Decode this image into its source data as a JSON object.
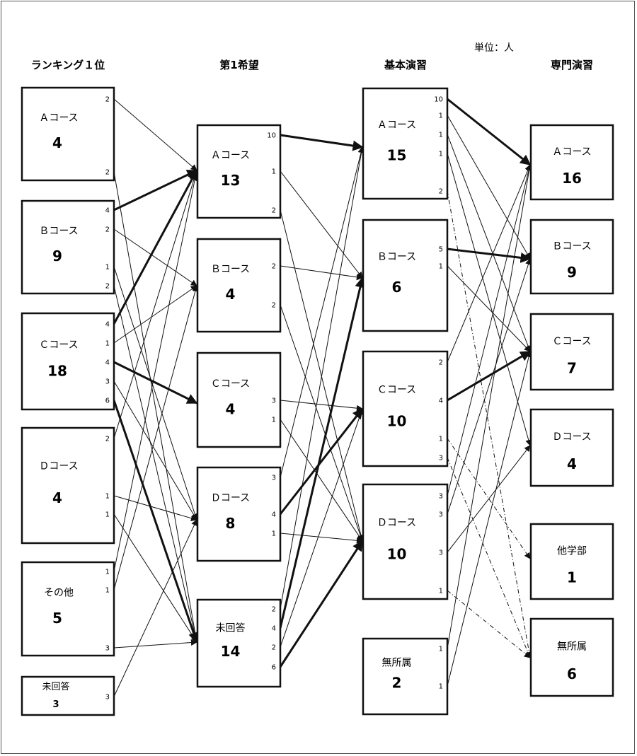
{
  "unit_label": "単位：人",
  "columns": [
    {
      "title": "ランキング１位"
    },
    {
      "title": "第1希望"
    },
    {
      "title": "基本演習"
    },
    {
      "title": "専門演習"
    }
  ],
  "nodes": {
    "r_a": {
      "label": "Ａコース",
      "value": "4"
    },
    "r_b": {
      "label": "Ｂコース",
      "value": "9"
    },
    "r_c": {
      "label": "Ｃコース",
      "value": "18"
    },
    "r_d": {
      "label": "Ｄコース",
      "value": "4"
    },
    "r_oth": {
      "label": "その他",
      "value": "5"
    },
    "r_un": {
      "label": "未回答",
      "value": "3"
    },
    "h_a": {
      "label": "Ａコース",
      "value": "13"
    },
    "h_b": {
      "label": "Ｂコース",
      "value": "4"
    },
    "h_c": {
      "label": "Ｃコース",
      "value": "4"
    },
    "h_d": {
      "label": "Ｄコース",
      "value": "8"
    },
    "h_un": {
      "label": "未回答",
      "value": "14"
    },
    "k_a": {
      "label": "Ａコース",
      "value": "15"
    },
    "k_b": {
      "label": "Ｂコース",
      "value": "6"
    },
    "k_c": {
      "label": "Ｃコース",
      "value": "10"
    },
    "k_d": {
      "label": "Ｄコース",
      "value": "10"
    },
    "k_none": {
      "label": "無所属",
      "value": "2"
    },
    "s_a": {
      "label": "Ａコース",
      "value": "16"
    },
    "s_b": {
      "label": "Ｂコース",
      "value": "9"
    },
    "s_c": {
      "label": "Ｃコース",
      "value": "7"
    },
    "s_d": {
      "label": "Ｄコース",
      "value": "4"
    },
    "s_oth": {
      "label": "他学部",
      "value": "1"
    },
    "s_none": {
      "label": "無所属",
      "value": "6"
    }
  },
  "edges": [
    {
      "from": "r_a",
      "to": "h_a",
      "count": "2"
    },
    {
      "from": "r_a",
      "to": "h_un",
      "count": "2"
    },
    {
      "from": "r_b",
      "to": "h_a",
      "count": "4"
    },
    {
      "from": "r_b",
      "to": "h_b",
      "count": "2"
    },
    {
      "from": "r_b",
      "to": "h_d",
      "count": "1"
    },
    {
      "from": "r_b",
      "to": "h_un",
      "count": "2"
    },
    {
      "from": "r_c",
      "to": "h_a",
      "count": "4"
    },
    {
      "from": "r_c",
      "to": "h_b",
      "count": "1"
    },
    {
      "from": "r_c",
      "to": "h_c",
      "count": "4"
    },
    {
      "from": "r_c",
      "to": "h_d",
      "count": "3"
    },
    {
      "from": "r_c",
      "to": "h_un",
      "count": "6"
    },
    {
      "from": "r_d",
      "to": "h_a",
      "count": "2"
    },
    {
      "from": "r_d",
      "to": "h_d",
      "count": "1"
    },
    {
      "from": "r_d",
      "to": "h_un",
      "count": "1"
    },
    {
      "from": "r_oth",
      "to": "h_a",
      "count": "1"
    },
    {
      "from": "r_oth",
      "to": "h_b",
      "count": "1"
    },
    {
      "from": "r_oth",
      "to": "h_un",
      "count": "3"
    },
    {
      "from": "r_un",
      "to": "h_d",
      "count": "3"
    },
    {
      "from": "h_a",
      "to": "k_a",
      "count": "10"
    },
    {
      "from": "h_a",
      "to": "k_b",
      "count": "1"
    },
    {
      "from": "h_a",
      "to": "k_d",
      "count": "2"
    },
    {
      "from": "h_b",
      "to": "k_b",
      "count": "2"
    },
    {
      "from": "h_b",
      "to": "k_d",
      "count": "2"
    },
    {
      "from": "h_c",
      "to": "k_c",
      "count": "3"
    },
    {
      "from": "h_c",
      "to": "k_d",
      "count": "1"
    },
    {
      "from": "h_d",
      "to": "k_a",
      "count": "3"
    },
    {
      "from": "h_d",
      "to": "k_c",
      "count": "4"
    },
    {
      "from": "h_d",
      "to": "k_d",
      "count": "1"
    },
    {
      "from": "h_un",
      "to": "k_a",
      "count": "2"
    },
    {
      "from": "h_un",
      "to": "k_b",
      "count": "4"
    },
    {
      "from": "h_un",
      "to": "k_c",
      "count": "2"
    },
    {
      "from": "h_un",
      "to": "k_d",
      "count": "6"
    },
    {
      "from": "k_a",
      "to": "s_a",
      "count": "10"
    },
    {
      "from": "k_a",
      "to": "s_b",
      "count": "1"
    },
    {
      "from": "k_a",
      "to": "s_c",
      "count": "1"
    },
    {
      "from": "k_a",
      "to": "s_d",
      "count": "1"
    },
    {
      "from": "k_a",
      "to": "s_none",
      "count": "2"
    },
    {
      "from": "k_b",
      "to": "s_b",
      "count": "5"
    },
    {
      "from": "k_b",
      "to": "s_c",
      "count": "1"
    },
    {
      "from": "k_c",
      "to": "s_a",
      "count": "2"
    },
    {
      "from": "k_c",
      "to": "s_c",
      "count": "4"
    },
    {
      "from": "k_c",
      "to": "s_oth",
      "count": "1"
    },
    {
      "from": "k_c",
      "to": "s_none",
      "count": "3"
    },
    {
      "from": "k_d",
      "to": "s_a",
      "count": "3"
    },
    {
      "from": "k_d",
      "to": "s_b",
      "count": "3"
    },
    {
      "from": "k_d",
      "to": "s_d",
      "count": "3"
    },
    {
      "from": "k_d",
      "to": "s_none",
      "count": "1"
    },
    {
      "from": "k_none",
      "to": "s_a",
      "count": "1"
    },
    {
      "from": "k_none",
      "to": "s_c",
      "count": "1"
    }
  ]
}
